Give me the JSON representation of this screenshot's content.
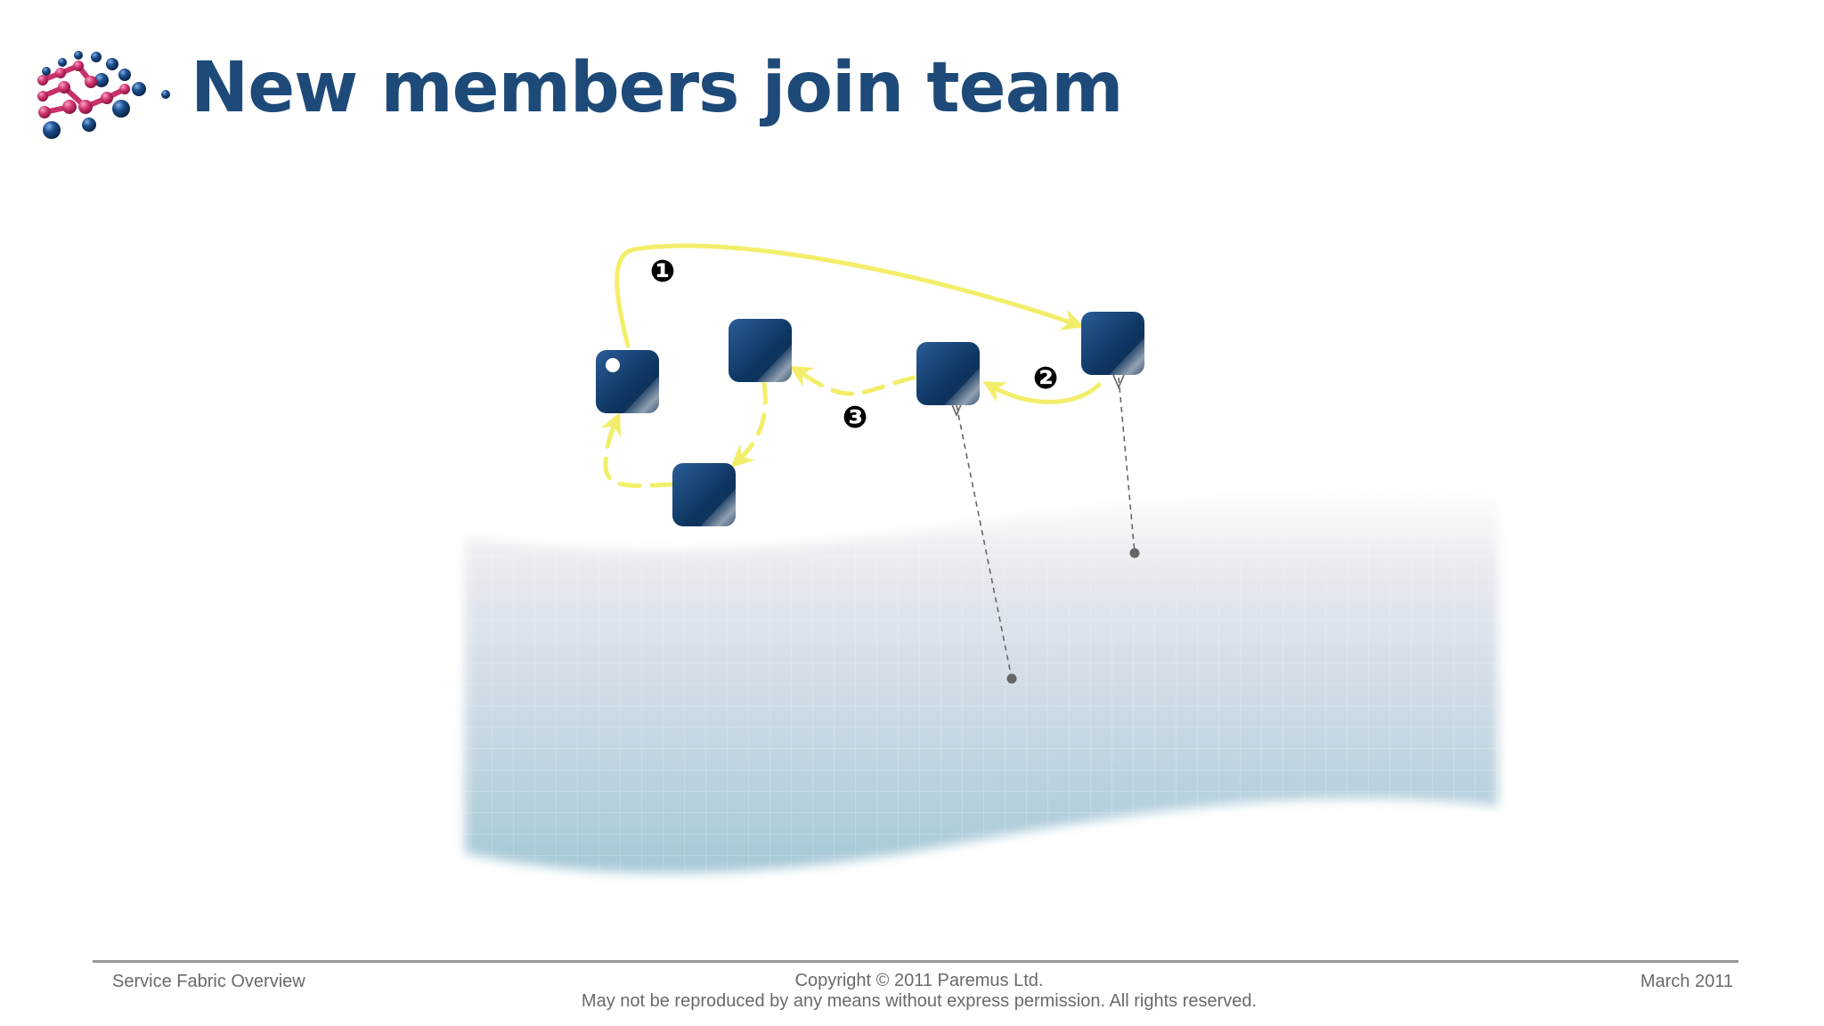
{
  "slide": {
    "title": "New members join team"
  },
  "diagram": {
    "step_markers": [
      "❶",
      "❷",
      "❸"
    ],
    "colors": {
      "node_fill": "#0f3763",
      "arrow": "#f3ee6a",
      "connector": "#666666"
    },
    "icons": {
      "logo": "molecule-network-logo",
      "node": "rounded-square-node",
      "fabric": "wavy-grid-surface"
    }
  },
  "footer": {
    "left": "Service Fabric Overview",
    "copyright": "Copyright © 2011 Paremus Ltd.",
    "notice": "May not be reproduced by any means without express permission. All rights reserved.",
    "date": "March 2011"
  }
}
